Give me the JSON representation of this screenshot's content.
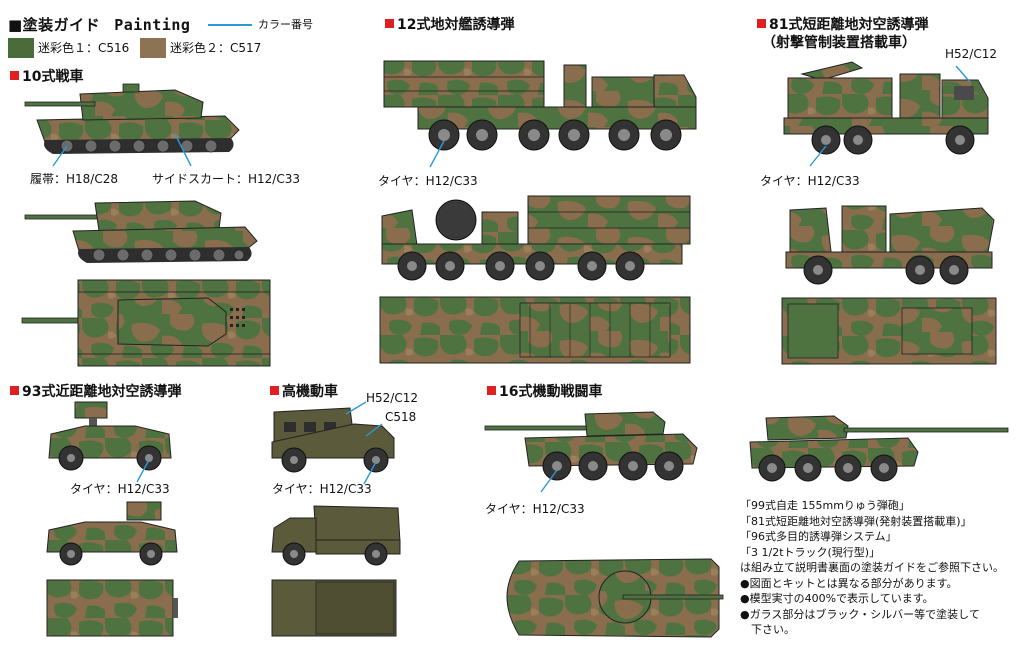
{
  "header": {
    "title": "■塗装ガイド",
    "title_en": "Painting",
    "legend_label": "カラー番号",
    "colors": [
      {
        "label": "迷彩色１：C516",
        "hex": "#4a6b3a"
      },
      {
        "label": "迷彩色２：C517",
        "hex": "#8c7353"
      }
    ]
  },
  "palette": {
    "green": "#4f7340",
    "brown": "#8a6d4d",
    "tan": "#a89168",
    "dark": "#222222",
    "leader": "#2b9ad8",
    "marker": "#e02020"
  },
  "sections": {
    "type10": {
      "title": "10式戦車",
      "callout_track": "履帯：H18/C28",
      "callout_skirt": "サイドスカート：H12/C33"
    },
    "type12": {
      "title": "12式地対艦誘導弾",
      "callout_tire": "タイヤ：H12/C33"
    },
    "type81": {
      "title": "81式短距離地対空誘導弾",
      "subtitle": "（射撃管制装置搭載車）",
      "callout_top": "H52/C12",
      "callout_tire": "タイヤ：H12/C33"
    },
    "type93": {
      "title": "93式近距離地対空誘導弾",
      "callout_tire": "タイヤ：H12/C33"
    },
    "hmv": {
      "title": "高機動車",
      "callout_glass": "H52/C12",
      "callout_body": "C518",
      "callout_tire": "タイヤ：H12/C33"
    },
    "type16": {
      "title": "16式機動戦闘車",
      "callout_tire": "タイヤ：H12/C33"
    }
  },
  "notes": {
    "lines": [
      "「99式自走 155mmりゅう弾砲」",
      "「81式短距離地対空誘導弾(発射装置搭載車)」",
      "「96式多目的誘導弾システム」",
      "「3 1/2tトラック(現行型)」",
      "は組み立て説明書裏面の塗装ガイドをご参照下さい。",
      "●図面とキットとは異なる部分があります。",
      "●模型実寸の400%で表示しています。",
      "●ガラス部分はブラック・シルバー等で塗装して",
      "　下さい。"
    ]
  }
}
